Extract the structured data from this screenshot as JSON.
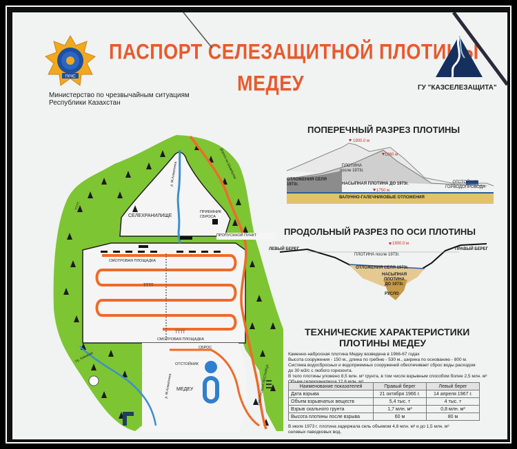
{
  "colors": {
    "accent": "#e85a2c",
    "forest": "#7dc532",
    "river": "#3a8fd1",
    "road": "#f06a28"
  },
  "title": {
    "line1": "ПАСПОРТ СЕЛЕЗАЩИТНОЙ ПЛОТИНЫ",
    "line2": "МЕДЕУ"
  },
  "ministry": {
    "line1": "Министерство по чрезвычайным ситуациям",
    "line2": "Республики Казахстан",
    "emblem_text": "ГКЧС",
    "emblem_icon": "emergency-ministry-emblem"
  },
  "org": {
    "name": "ГУ \"КАЗСЕЛЕЗАЩИТА\"",
    "logo_icon": "mountain-triangle-logo"
  },
  "map": {
    "labels": {
      "reservoir": "СЕЛЕХРАНИЛИЩЕ",
      "receiver": "ПРИЕМНИК\nСБРОСА",
      "checkpoint": "ПРОПУСКНОЙ ПУНКТ",
      "viewpoint1": "СМОТРОВАЯ ПЛОЩАДКА",
      "viewpoint2": "СМОТРОВАЯ ПЛОЩАДКА",
      "spillway": "СБРОС",
      "pond": "ОТСТОЙНИК",
      "medeu": "МЕДЕУ",
      "river_top": "р. М.Алматинка",
      "river_bottom": "р. М.Алматинка",
      "road_top": "Дорога на Шымбулак",
      "stairs": "СМОТРОВАЯ ЛЕСТНИЦА",
      "road_left": "Ур. Кимасар",
      "mark1": "ТТТТ",
      "mark2": "ТТТТ",
      "mark3": "ТТТТ"
    }
  },
  "cross_section": {
    "heading": "ПОПЕРЕЧНЫЙ РАЗРЕЗ ПЛОТИНЫ",
    "elev_top": "1900.0 м",
    "elev_mid": "1860 м",
    "elev_bottom": "1750 м",
    "dam_after": "ПЛОТИНА\nпосле 1973г.",
    "mudflow": "ОТЛОЖЕНИЯ СЕЛЯ\n1973г.",
    "fill_dam": "НАСЫПНАЯ ПЛОТИНА ДО 1973г.",
    "settler": "ОТСТОЙНИК\nГОРВОДОПРОВОДА",
    "boulders": "ВАЛУННО-ГАЛЕЧНИКОВЫЕ ОТЛОЖЕНИЯ"
  },
  "long_section": {
    "heading": "ПРОДОЛЬНЫЙ РАЗРЕЗ ПО ОСИ ПЛОТИНЫ",
    "left_bank": "ЛЕВЫЙ БЕРЕГ",
    "right_bank": "ПРАВЫЙ БЕРЕГ",
    "elev": "1900.0 м",
    "dam_after": "ПЛОТИНА после 1973г.",
    "mudflow": "ОТЛОЖЕНИЯ СЕЛЯ 1973г.",
    "fill_dam": "НАСЫПНАЯ\nПЛОТИНА\nДО 1973г.",
    "riverbed": "РУСЛО"
  },
  "specs": {
    "heading1": "ТЕХНИЧЕСКИЕ ХАРАКТЕРИСТИКИ",
    "heading2": "ПЛОТИНЫ МЕДЕУ",
    "para": [
      "Каменно-набросная плотина Медеу возведена в 1966-67 годах",
      "Высота сооружения - 150 м., длина по гребню - 530 м., ширина по основанию - 800 м.",
      "Система водосбросных и водоприемных сооружений обеспечивает сброс воды расходом",
      "до 30 м3/с с любого горизонта.",
      "В тело плотины уложено 8,5 млн. м³ грунта, в том числе взрывным способом более 2,5 млн. м³",
      "Объем селехранилища 12,6 млн. м³"
    ],
    "table": {
      "headers": [
        "Наименование показателей",
        "Правый берег",
        "Левый берег"
      ],
      "dates": [
        "21 октября 1966 г.",
        "14 апреля 1967 г."
      ],
      "rows": [
        [
          "Дата взрыва",
          "21 октября 1966 г.",
          "14 апреля 1967 г."
        ],
        [
          "Объем взрывчатых веществ",
          "5,4 тыс. т",
          "4 тыс. т"
        ],
        [
          "Взрыв скального грунта",
          "1,7 млн. м³",
          "0,8 млн. м³"
        ],
        [
          "Высота плотины после взрыва",
          "60 м",
          "80 м"
        ]
      ]
    },
    "footer": [
      "В июле 1973 г. плотина задержала сель объемом 4,8 млн. м³ и до 1,5 млн. м³",
      "селевых паводковых вод."
    ]
  }
}
